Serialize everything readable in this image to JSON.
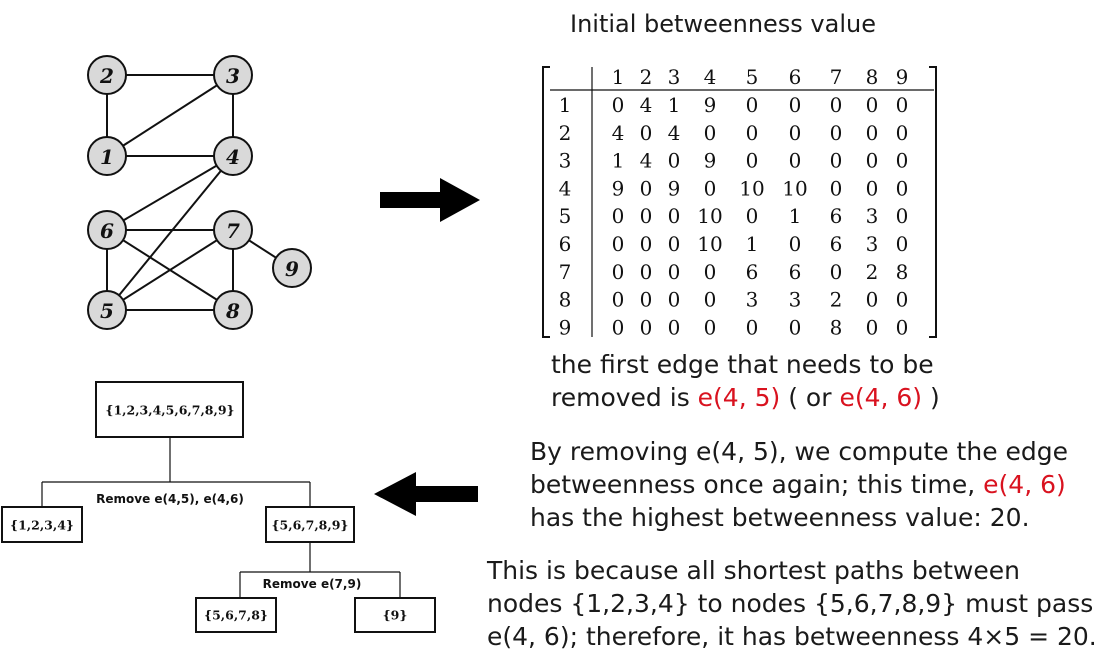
{
  "graph": {
    "nodes": [
      "2",
      "3",
      "1",
      "4",
      "6",
      "7",
      "9",
      "5",
      "8"
    ]
  },
  "matrix": {
    "title": "Initial betweenness value",
    "col_headers": [
      "1",
      "2",
      "3",
      "4",
      "5",
      "6",
      "7",
      "8",
      "9"
    ],
    "row_headers": [
      "1",
      "2",
      "3",
      "4",
      "5",
      "6",
      "7",
      "8",
      "9"
    ],
    "rows": [
      [
        "0",
        "4",
        "1",
        "9",
        "0",
        "0",
        "0",
        "0",
        "0"
      ],
      [
        "4",
        "0",
        "4",
        "0",
        "0",
        "0",
        "0",
        "0",
        "0"
      ],
      [
        "1",
        "4",
        "0",
        "9",
        "0",
        "0",
        "0",
        "0",
        "0"
      ],
      [
        "9",
        "0",
        "9",
        "0",
        "10",
        "10",
        "0",
        "0",
        "0"
      ],
      [
        "0",
        "0",
        "0",
        "10",
        "0",
        "1",
        "6",
        "3",
        "0"
      ],
      [
        "0",
        "0",
        "0",
        "10",
        "1",
        "0",
        "6",
        "3",
        "0"
      ],
      [
        "0",
        "0",
        "0",
        "0",
        "6",
        "6",
        "0",
        "2",
        "8"
      ],
      [
        "0",
        "0",
        "0",
        "0",
        "3",
        "3",
        "2",
        "0",
        "0"
      ],
      [
        "0",
        "0",
        "0",
        "0",
        "0",
        "0",
        "8",
        "0",
        "0"
      ]
    ]
  },
  "tree": {
    "root": "{1,2,3,4,5,6,7,8,9}",
    "left": "{1,2,3,4}",
    "right": "{5,6,7,8,9}",
    "split1_label": "Remove e(4,5), e(4,6)",
    "leaf_a": "{5,6,7,8}",
    "leaf_b": "{9}",
    "split2_label": "Remove e(7,9)"
  },
  "text": {
    "p1_line1": "the first edge that needs to be",
    "p1_line2_a": "removed is ",
    "p1_line2_red1": "e(4, 5)",
    "p1_line2_b": " ( or ",
    "p1_line2_red2": "e(4, 6)",
    "p1_line2_c": " )",
    "p2_line1": "By removing e(4, 5), we compute the edge",
    "p2_line2_a": "betweenness once again; this time, ",
    "p2_line2_red": "e(4, 6)",
    "p2_line3": "has the highest betweenness value: 20.",
    "p3_line1": "This is because all shortest paths between",
    "p3_line2": "nodes {1,2,3,4} to nodes {5,6,7,8,9} must pass",
    "p3_line3": "e(4, 6); therefore, it has betweenness 4×5 = 20."
  },
  "colors": {
    "node_fill": "#d9d9d9",
    "highlight": "#d9121f"
  }
}
